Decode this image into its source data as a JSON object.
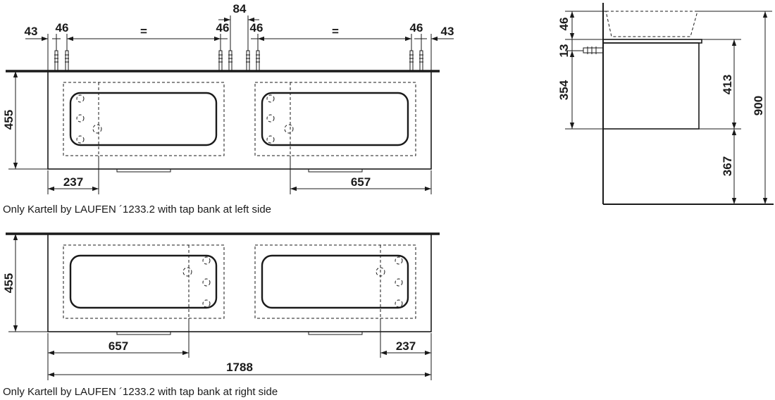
{
  "drawing_left": {
    "dims": {
      "edge_left": "43",
      "tap_left": "46",
      "equal_left": "=",
      "center_left": "46",
      "center_gap": "84",
      "center_right": "46",
      "equal_right": "=",
      "tap_right": "46",
      "edge_right": "43",
      "height": "455",
      "bottom_left": "237",
      "bottom_right": "657"
    },
    "caption": "Only Kartell by LAUFEN ´1233.2 with tap bank at left side"
  },
  "drawing_right": {
    "dims": {
      "height": "455",
      "bottom_left": "657",
      "bottom_right": "237",
      "total": "1788"
    },
    "caption": "Only Kartell by LAUFEN ´1233.2 with tap bank at right side"
  },
  "side_view": {
    "dims": {
      "top": "46",
      "tap": "13",
      "inner": "354",
      "drawer": "413",
      "floor": "367",
      "total": "900"
    }
  }
}
